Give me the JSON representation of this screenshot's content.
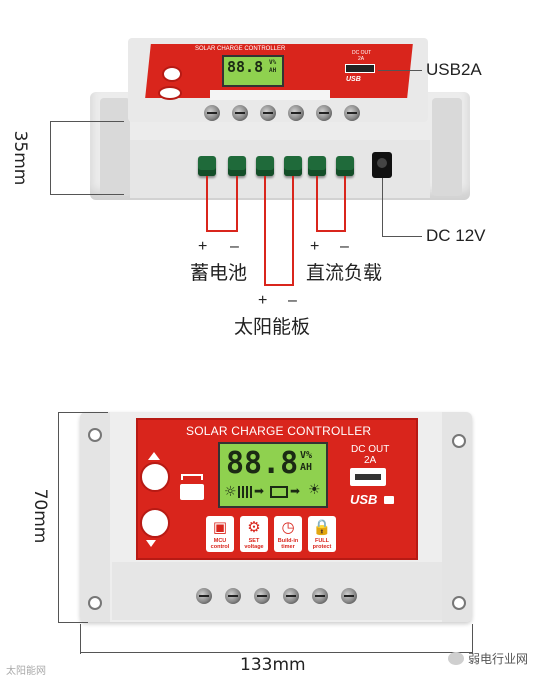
{
  "top_view": {
    "usb_label": "USB2A",
    "dc_label": "DC 12V",
    "height_dim": "35mm",
    "battery_label": "蓄电池",
    "battery_plus": "+",
    "battery_minus": "–",
    "load_label": "直流负载",
    "load_plus": "+",
    "load_minus": "–",
    "solar_label": "太阳能板",
    "solar_plus": "+",
    "solar_minus": "–",
    "panel_title": "SOLAR CHARGE CONTROLLER",
    "lcd_digits": "88.8",
    "lcd_units_top": "V%",
    "lcd_units_bottom": "AH",
    "dc_out_label": "DC OUT",
    "dc_out_rating": "2A",
    "usb_logo": "USB"
  },
  "front_view": {
    "panel_title": "SOLAR CHARGE CONTROLLER",
    "lcd_digits": "88.8",
    "lcd_units_top": "V%",
    "lcd_units_bottom": "AH",
    "dc_out_label": "DC OUT",
    "dc_out_rating": "2A",
    "usb_logo": "USB",
    "width_dim": "133mm",
    "height_dim": "70mm",
    "features": [
      {
        "icon": "▣",
        "line1": "MCU",
        "line2": "control"
      },
      {
        "icon": "⚙",
        "line1": "SET",
        "line2": "voltage"
      },
      {
        "icon": "◷",
        "line1": "Build-in",
        "line2": "timer"
      },
      {
        "icon": "🔒",
        "line1": "FULL",
        "line2": "protect"
      }
    ]
  },
  "watermark_left": "太阳能网",
  "watermark_right": "弱电行业网"
}
